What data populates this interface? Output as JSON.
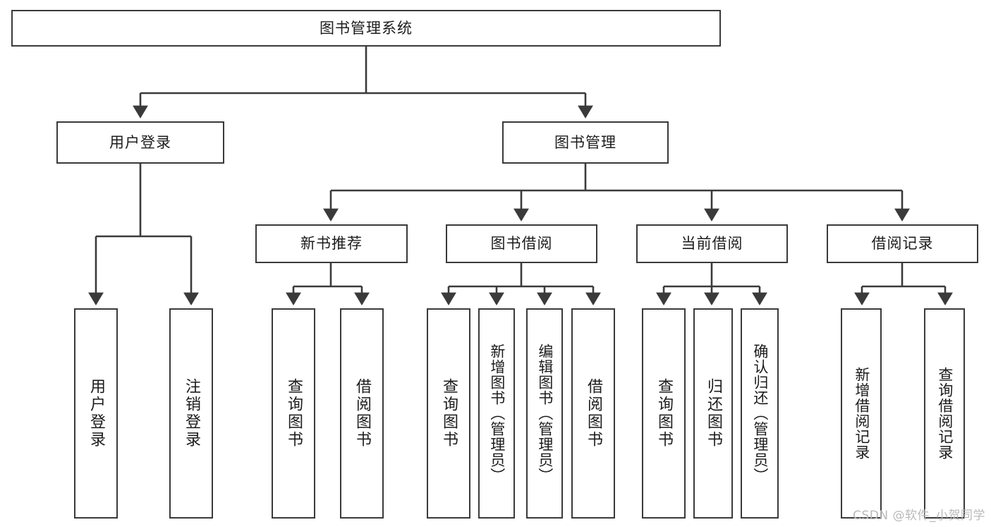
{
  "diagram": {
    "title": "图书管理系统",
    "type": "hierarchy-tree",
    "watermark": "CSDN @软件_小贺同学",
    "colors": {
      "stroke": "#3a3a3a",
      "text": "#1c1c1c",
      "background": "#ffffff",
      "watermark": "#b9b9b9"
    },
    "nodes": {
      "root": {
        "label": "图书管理系统"
      },
      "level2": [
        {
          "id": "user-login",
          "label": "用户登录"
        },
        {
          "id": "book-manage",
          "label": "图书管理"
        }
      ],
      "level3": [
        {
          "id": "new-book-recommend",
          "label": "新书推荐"
        },
        {
          "id": "book-borrow",
          "label": "图书借阅"
        },
        {
          "id": "current-borrow",
          "label": "当前借阅"
        },
        {
          "id": "borrow-record",
          "label": "借阅记录"
        }
      ],
      "leaves": {
        "user-login": [
          {
            "id": "leaf-user-login",
            "label": "用户登录"
          },
          {
            "id": "leaf-logout-login",
            "label": "注销登录"
          }
        ],
        "new-book-recommend": [
          {
            "id": "leaf-query-book-1",
            "label": "查询图书"
          },
          {
            "id": "leaf-borrow-book-1",
            "label": "借阅图书"
          }
        ],
        "book-borrow": [
          {
            "id": "leaf-query-book-2",
            "label": "查询图书"
          },
          {
            "id": "leaf-add-book",
            "label": "新增图书（管理员）"
          },
          {
            "id": "leaf-edit-book",
            "label": "编辑图书（管理员）"
          },
          {
            "id": "leaf-borrow-book-2",
            "label": "借阅图书"
          }
        ],
        "current-borrow": [
          {
            "id": "leaf-query-book-3",
            "label": "查询图书"
          },
          {
            "id": "leaf-return-book",
            "label": "归还图书"
          },
          {
            "id": "leaf-confirm-return",
            "label": "确认归还（管理员）"
          }
        ],
        "borrow-record": [
          {
            "id": "leaf-add-record",
            "label": "新增借阅记录"
          },
          {
            "id": "leaf-query-record",
            "label": "查询借阅记录"
          }
        ]
      }
    }
  }
}
